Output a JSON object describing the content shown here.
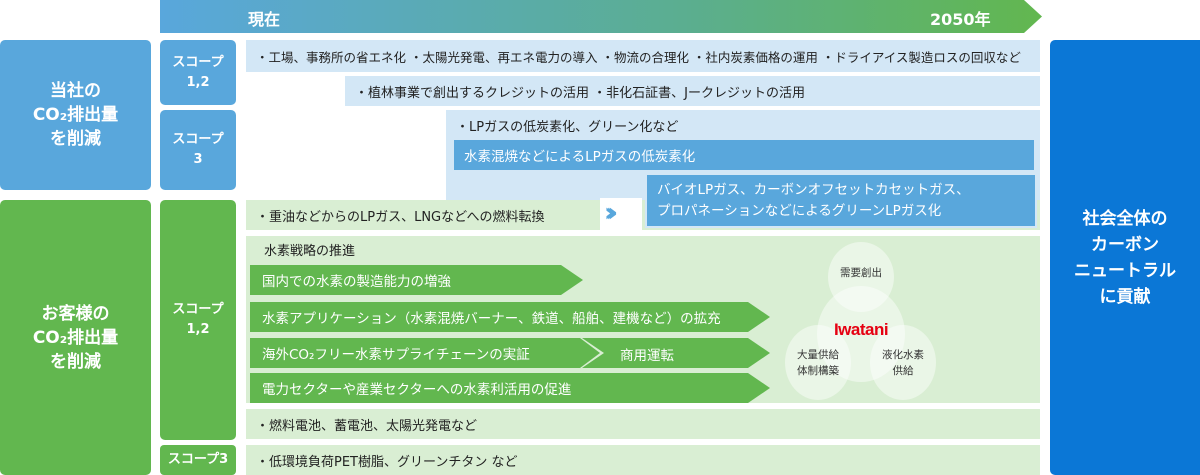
{
  "timeline": {
    "start": "現在",
    "end": "2050年"
  },
  "company": {
    "label_lines": [
      "当社の",
      "CO₂排出量",
      "を削減"
    ],
    "scope12": [
      "スコープ",
      "1,2"
    ],
    "scope3": [
      "スコープ",
      "3"
    ],
    "rows": [
      "・工場、事務所の省エネ化 ・太陽光発電、再エネ電力の導入 ・物流の合理化 ・社内炭素価格の運用 ・ドライアイス製造ロスの回収など",
      "・植林事業で創出するクレジットの活用 ・非化石証書、Jークレジットの活用",
      "・LPガスの低炭素化、グリーン化など"
    ],
    "bars": [
      "水素混焼などによるLPガスの低炭素化",
      "バイオLPガス、カーボンオフセットカセットガス、",
      "プロパネーションなどによるグリーンLPガス化"
    ]
  },
  "customer": {
    "label_lines": [
      "お客様の",
      "CO₂排出量",
      "を削減"
    ],
    "scope12": [
      "スコープ",
      "1,2"
    ],
    "scope3": "スコープ3",
    "fuel_row": "・重油などからのLPガス、LNGなどへの燃料転換",
    "hydrogen": {
      "title": "水素戦略の推進",
      "arrows": [
        "国内での水素の製造能力の増強",
        "水素アプリケーション（水素混焼バーナー、鉄道、船舶、建機など）の拡充",
        "海外CO₂フリー水素サプライチェーンの実証",
        "商用運転",
        "電力セクターや産業セクターへの水素利活用の促進"
      ],
      "circles": {
        "top": "需要創出",
        "left": [
          "大量供給",
          "体制構築"
        ],
        "right": [
          "液化水素",
          "供給"
        ],
        "logo": "Iwatani"
      }
    },
    "row_batteries": "・燃料電池、蓄電池、太陽光発電など",
    "row_scope3": "・低環境負荷PET樹脂、グリーンチタン など"
  },
  "goal": {
    "lines": [
      "社会全体の",
      "カーボン",
      "ニュートラル",
      "に貢献"
    ]
  },
  "colors": {
    "blue": "#59a7dc",
    "green": "#62b74f",
    "goal": "#0b77d6",
    "logo": "#e60012"
  }
}
